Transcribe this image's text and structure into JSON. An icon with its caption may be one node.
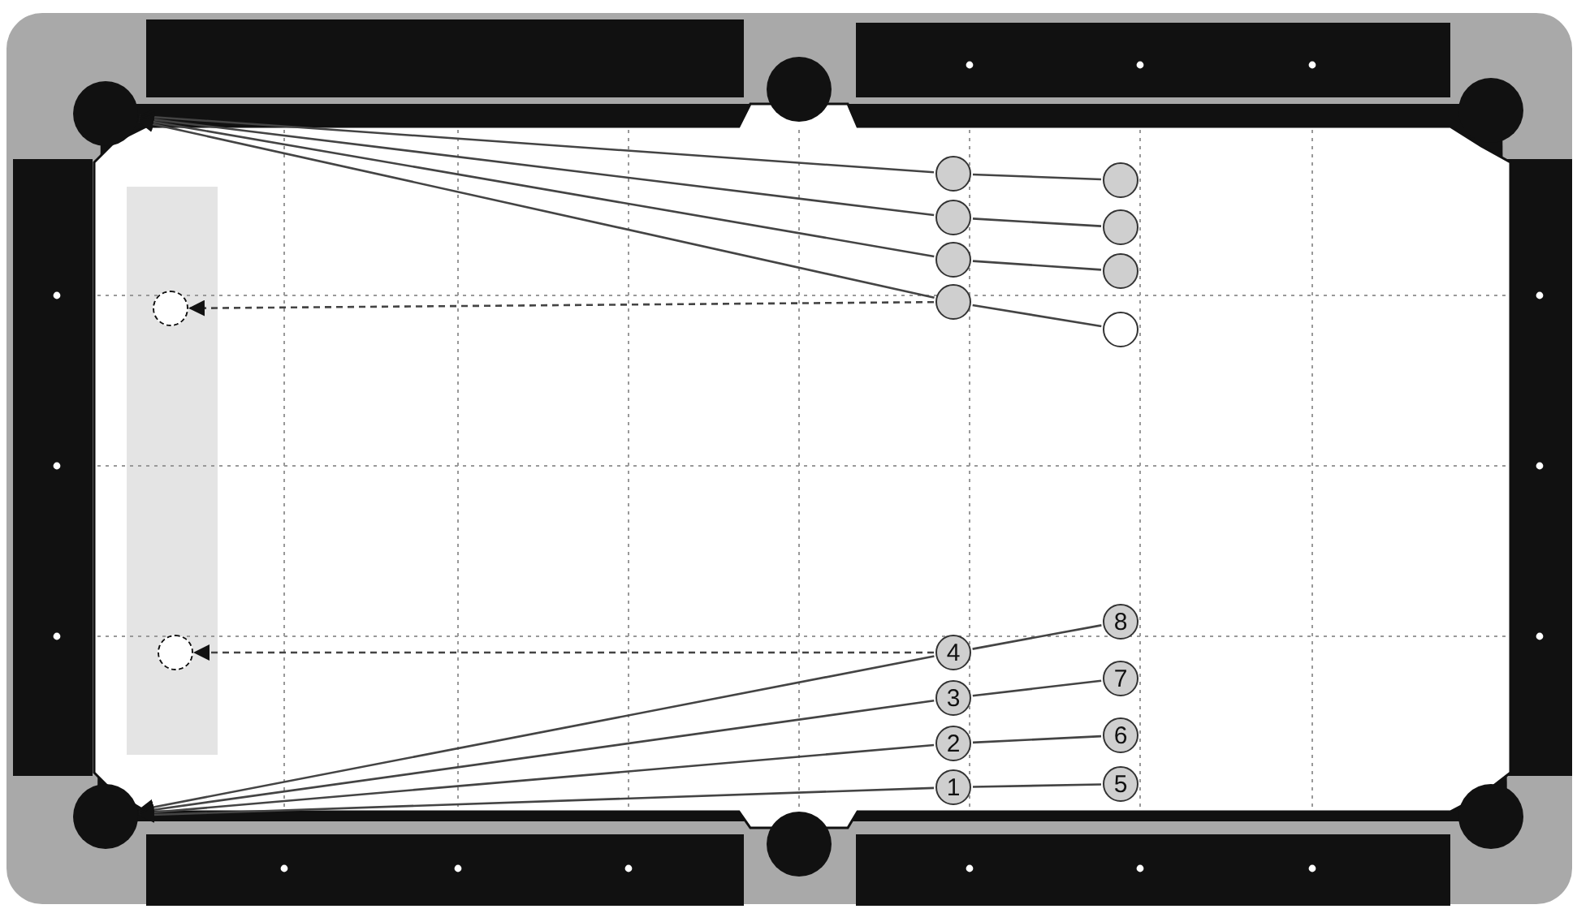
{
  "diagram": {
    "nodes": [
      {
        "text": [],
        "shape": "circle"
      },
      {
        "text": [],
        "shape": "circle"
      },
      {
        "text": [],
        "shape": "circle"
      },
      {
        "text": [],
        "shape": "circle"
      },
      {
        "text": [],
        "shape": "circle"
      },
      {
        "text": [],
        "shape": "circle"
      },
      {
        "text": [],
        "shape": "circle"
      },
      {
        "text": [],
        "shape": "circle"
      },
      {
        "text": [],
        "shape": "circle"
      },
      {
        "text": [],
        "shape": "circle"
      },
      {
        "text": [
          "8"
        ]
      },
      {
        "text": [
          "4"
        ]
      },
      {
        "text": [
          "7"
        ]
      },
      {
        "text": [
          "3"
        ]
      },
      {
        "text": [
          "6"
        ]
      },
      {
        "text": [
          "2"
        ]
      },
      {
        "text": [
          "5"
        ]
      },
      {
        "text": [
          "1"
        ]
      },
      {
        "text": [],
        "shape": "circle"
      },
      {
        "text": [],
        "shape": "circle"
      }
    ],
    "edges": [
      {
        "from": 1,
        "to": 0,
        "arrow": "none"
      },
      {
        "from": 0,
        "to": 18,
        "arrow": "to"
      },
      {
        "from": 3,
        "to": 2,
        "arrow": "none"
      },
      {
        "from": 2,
        "to": 18,
        "arrow": "to"
      },
      {
        "from": 5,
        "to": 4,
        "arrow": "none"
      },
      {
        "from": 4,
        "to": 18,
        "arrow": "to"
      },
      {
        "from": 8,
        "to": 7,
        "arrow": "none"
      },
      {
        "from": 7,
        "to": 18,
        "arrow": "to"
      },
      {
        "from": 7,
        "to": 6,
        "arrow": "to",
        "style": "dashed"
      },
      {
        "from": 10,
        "to": 11,
        "arrow": "none"
      },
      {
        "from": 11,
        "to": 19,
        "arrow": "to"
      },
      {
        "from": 12,
        "to": 13,
        "arrow": "none"
      },
      {
        "from": 13,
        "to": 19,
        "arrow": "to"
      },
      {
        "from": 14,
        "to": 15,
        "arrow": "none"
      },
      {
        "from": 15,
        "to": 19,
        "arrow": "to"
      },
      {
        "from": 16,
        "to": 17,
        "arrow": "none"
      },
      {
        "from": 17,
        "to": 19,
        "arrow": "to"
      },
      {
        "from": 11,
        "to": 9,
        "arrow": "to",
        "style": "dashed"
      }
    ]
  }
}
